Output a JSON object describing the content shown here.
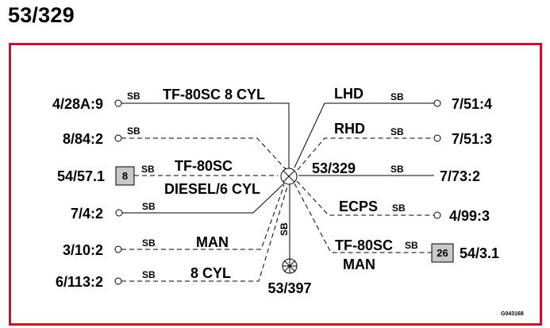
{
  "title": "53/329",
  "image_code": "G043168",
  "hub_label": "53/329",
  "bottom_ground_label": "53/397",
  "wire_color": "SB",
  "left_connections": [
    {
      "id": "4/28A:9",
      "label": "4/28A:9",
      "wire": "SB",
      "note": "TF-80SC 8 CYL"
    },
    {
      "id": "8/84:2",
      "label": "8/84:2",
      "wire": "SB",
      "note": ""
    },
    {
      "id": "54/57.1",
      "label": "54/57.1",
      "wire": "SB",
      "note": "TF-80SC",
      "note2": "DIESEL/6 CYL",
      "box": "8"
    },
    {
      "id": "7/4:2",
      "label": "7/4:2",
      "wire": "SB",
      "note": ""
    },
    {
      "id": "3/10:2",
      "label": "3/10:2",
      "wire": "SB",
      "note": "MAN"
    },
    {
      "id": "6/113:2",
      "label": "6/113:2",
      "wire": "SB",
      "note": "8 CYL"
    }
  ],
  "right_connections": [
    {
      "id": "7/51:4",
      "label": "7/51:4",
      "wire": "SB",
      "note": "LHD"
    },
    {
      "id": "7/51:3",
      "label": "7/51:3",
      "wire": "SB",
      "note": "RHD"
    },
    {
      "id": "7/73:2",
      "label": "7/73:2",
      "wire": "SB",
      "note": "53/329"
    },
    {
      "id": "4/99:3",
      "label": "4/99:3",
      "wire": "SB",
      "note": "ECPS"
    },
    {
      "id": "54/3.1",
      "label": "54/3.1",
      "wire": "SB",
      "note": "TF-80SC",
      "note2": "MAN",
      "box": "26"
    }
  ],
  "vertical_wire": "SB"
}
